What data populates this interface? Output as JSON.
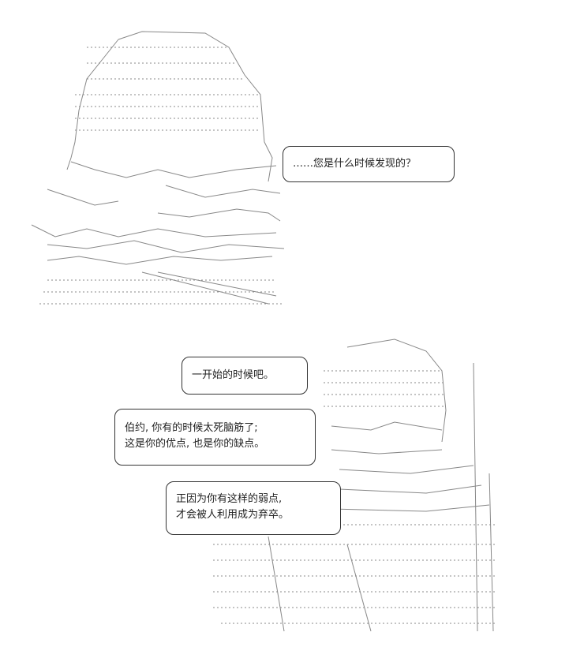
{
  "dialogue": {
    "line_1": "……您是什么时候发现的？",
    "line_2": "一开始的时候吧。",
    "line_3a": "伯约, 你有的时候太死脑筋了;",
    "line_3b": "这是你的优点, 也是你的缺点。",
    "line_4a": "正因为你有这样的弱点,",
    "line_4b": "才会被人利用成为弃卒。"
  },
  "colors": {
    "ink": "#333333",
    "background": "#ffffff"
  }
}
